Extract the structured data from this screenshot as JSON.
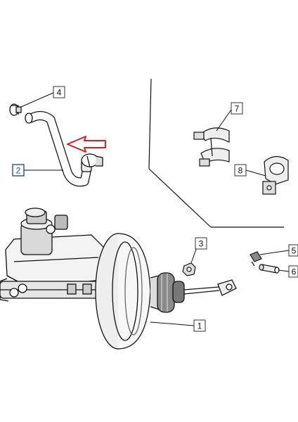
{
  "colors": {
    "line": "#111111",
    "arrow": "#d42020",
    "highlight_box": "#1f4fa8",
    "callout_box": "#333333",
    "fill_light": "#f3f3f3",
    "fill_mid": "#d9d9d9",
    "fill_dark": "#8a8a8a"
  },
  "callouts": [
    {
      "id": "c1",
      "label": "1",
      "highlighted": false
    },
    {
      "id": "c2",
      "label": "2",
      "highlighted": true
    },
    {
      "id": "c3",
      "label": "3",
      "highlighted": false
    },
    {
      "id": "c4",
      "label": "4",
      "highlighted": false
    },
    {
      "id": "c5",
      "label": "5",
      "highlighted": false
    },
    {
      "id": "c6",
      "label": "6",
      "highlighted": false
    },
    {
      "id": "c7",
      "label": "7",
      "highlighted": false
    },
    {
      "id": "c8",
      "label": "8",
      "highlighted": false
    }
  ],
  "indicator_arrow": {
    "icon": "left-arrow-icon"
  }
}
